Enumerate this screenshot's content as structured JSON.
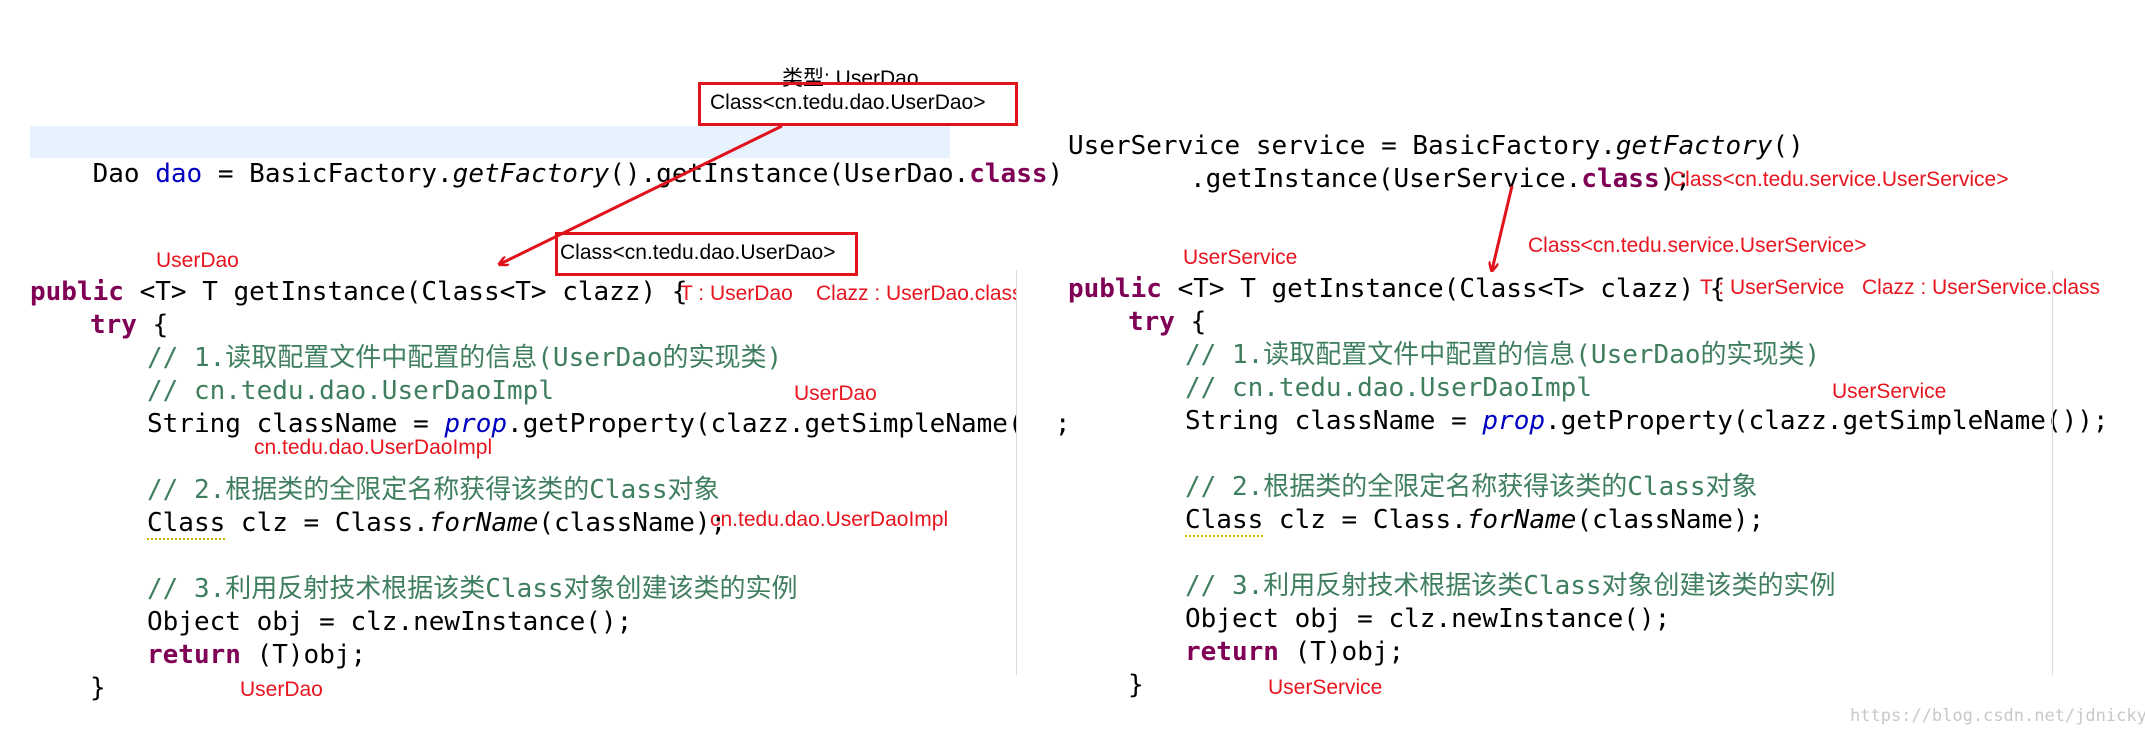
{
  "left": {
    "type_hint": "类型: UserDao",
    "top_line": {
      "p1": "Dao ",
      "var": "dao",
      "p2": " = BasicFactory.",
      "method": "getFactory",
      "p3": "().getInstance(UserDao.",
      "kw": "class",
      "p4": ")"
    },
    "box1_label": "Class<cn.tedu.dao.UserDao>",
    "box2_label": "Class<cn.tedu.dao.UserDao>",
    "ann_return_type": "UserDao",
    "ann_T": "T : UserDao",
    "ann_clazz": "Clazz : UserDao.class",
    "ann_simple_name": "UserDao",
    "ann_impl": "cn.tedu.dao.UserDaoImpl",
    "ann_forname": "cn.tedu.dao.UserDaoImpl",
    "ann_return": "UserDao"
  },
  "right": {
    "line1": {
      "p1": "UserService service = BasicFactory.",
      "method": "getFactory",
      "p2": "()"
    },
    "line2": {
      "p1": ".getInstance(UserService.",
      "kw": "class",
      "p2": ");"
    },
    "ann_class_after": "Class<cn.tedu.service.UserService>",
    "ann_class_arrow": "Class<cn.tedu.service.UserService>",
    "ann_return_type": "UserService",
    "ann_T": "T : UserService",
    "ann_clazz": "Clazz : UserService.class",
    "ann_simple_name": "UserService",
    "ann_return": "UserService"
  },
  "method": {
    "kw_public": "public",
    "sig": " <T> T getInstance(Class<T> clazz) {",
    "kw_try": "try",
    "try_rest": " {",
    "c1": "// 1.读取配置文件中配置的信息(UserDao的实现类)",
    "c1b": "// cn.tedu.dao.UserDaoImpl",
    "l1a": "String className = ",
    "l1prop": "prop",
    "l1b": ".getProperty(clazz.getSimpleName());",
    "c2": "// 2.根据类的全限定名称获得该类的Class对象",
    "l2a": "Class",
    "l2b": " clz = Class.",
    "l2m": "forName",
    "l2c": "(className);",
    "c3": "// 3.利用反射技术根据该类Class对象创建该类的实例",
    "l3": "Object obj = clz.newInstance();",
    "kw_return": "return",
    "l4": " (T)obj;",
    "close": "}"
  },
  "watermark": "https://blog.csdn.net/jdnicky",
  "colors": {
    "annotation": "#e8141e",
    "keyword": "#7f0055",
    "comment": "#3f7f5f",
    "field": "#0000c0"
  }
}
